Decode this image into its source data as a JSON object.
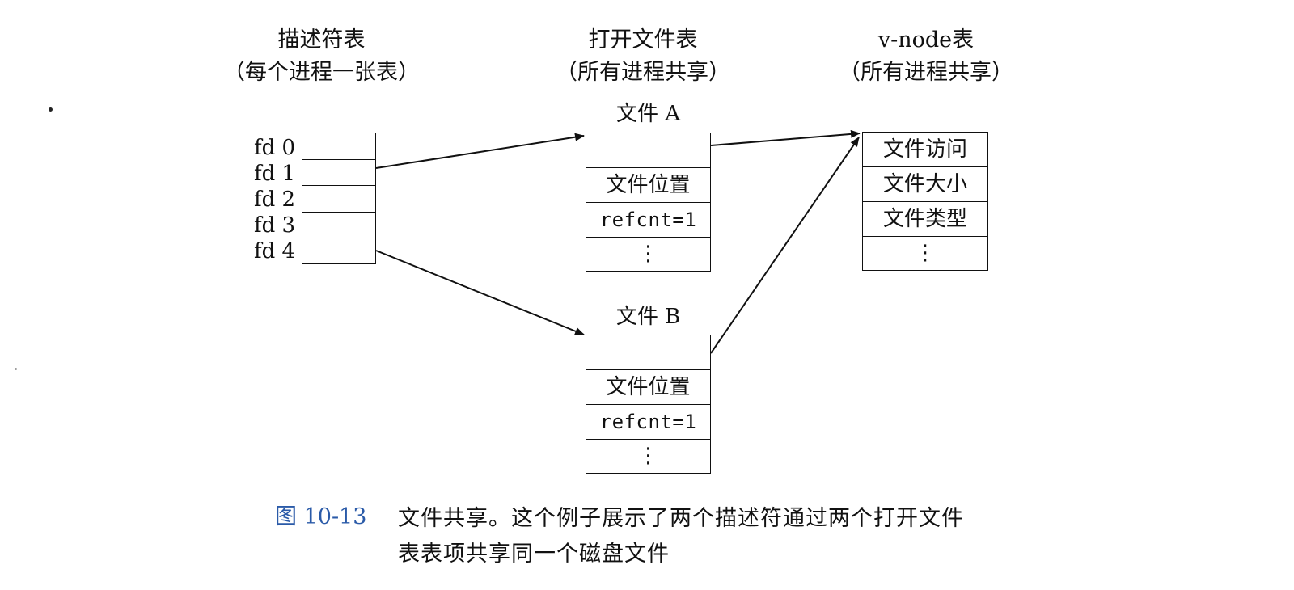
{
  "headings": {
    "descriptor_table": {
      "title": "描述符表",
      "subtitle": "（每个进程一张表）"
    },
    "open_file_table": {
      "title": "打开文件表",
      "subtitle": "（所有进程共享）"
    },
    "vnode_table": {
      "title": "v-node表",
      "subtitle": "（所有进程共享）"
    }
  },
  "descriptor_table": {
    "rows": [
      {
        "label": "fd 0"
      },
      {
        "label": "fd 1"
      },
      {
        "label": "fd 2"
      },
      {
        "label": "fd 3"
      },
      {
        "label": "fd 4"
      }
    ]
  },
  "file_a": {
    "title": "文件 A",
    "cells": [
      "",
      "文件位置",
      "refcnt=1",
      "⋮"
    ]
  },
  "file_b": {
    "title": "文件 B",
    "cells": [
      "",
      "文件位置",
      "refcnt=1",
      "⋮"
    ]
  },
  "vnode": {
    "cells": [
      "文件访问",
      "文件大小",
      "文件类型",
      "⋮"
    ]
  },
  "caption": {
    "number": "图 10-13",
    "text": "文件共享。这个例子展示了两个描述符通过两个打开文件表表项共享同一个磁盘文件"
  }
}
